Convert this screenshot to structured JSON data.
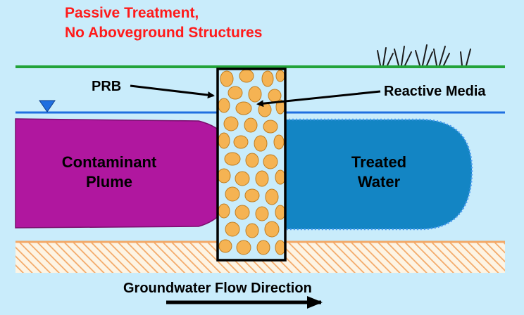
{
  "title": {
    "line1": "Passive Treatment,",
    "line2": "No Aboveground Structures"
  },
  "labels": {
    "prb": "PRB",
    "reactive_media": "Reactive Media",
    "plume_line1": "Contaminant",
    "plume_line2": "Plume",
    "treated_line1": "Treated",
    "treated_line2": "Water",
    "flow_direction": "Groundwater Flow Direction"
  },
  "icons": {
    "water_table": "water-table-triangle-icon",
    "grass": "grass-icon",
    "flow_arrow": "arrow-right-icon"
  },
  "colors": {
    "background": "#c9ecfb",
    "ground_line": "#22a33a",
    "water_table": "#1f6fe0",
    "plume": "#b0179f",
    "treated_water": "#1385c4",
    "media": "#f5b353",
    "aquitard": "#f3a968",
    "title": "#ff1a1a"
  }
}
